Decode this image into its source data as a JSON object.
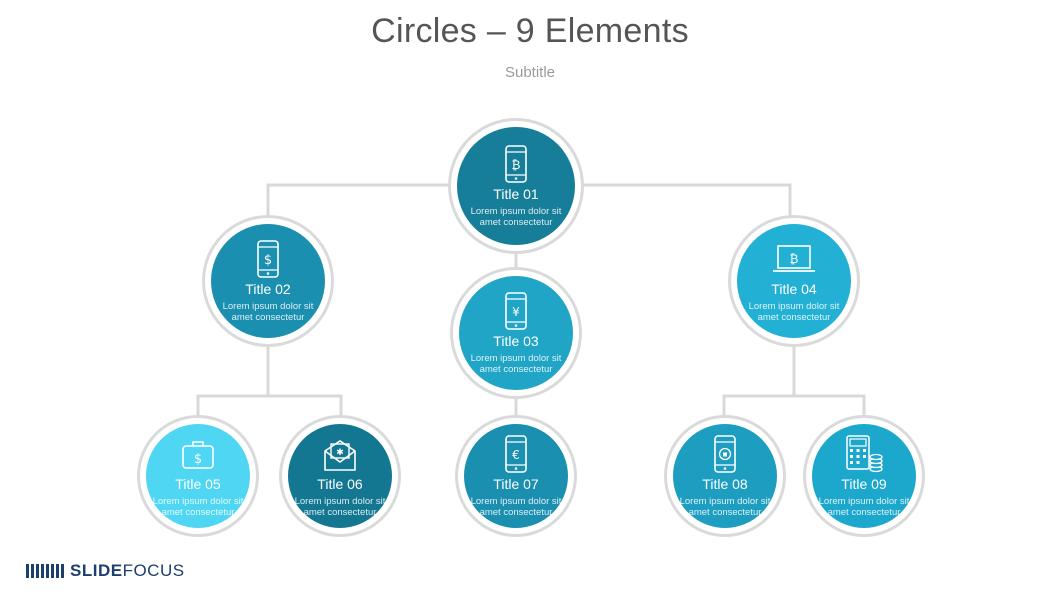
{
  "header": {
    "title": "Circles – 9 Elements",
    "subtitle": "Subtitle"
  },
  "nodes": [
    {
      "title": "Title 01",
      "desc_line1": "Lorem ipsum dolor sit",
      "desc_line2": "amet consectetur",
      "color": "#177e99",
      "icon": "phone-bitcoin-icon"
    },
    {
      "title": "Title 02",
      "desc_line1": "Lorem ipsum dolor sit",
      "desc_line2": "amet consectetur",
      "color": "#1a8fb0",
      "icon": "phone-dollar-icon"
    },
    {
      "title": "Title 03",
      "desc_line1": "Lorem ipsum dolor sit",
      "desc_line2": "amet consectetur",
      "color": "#20a5c6",
      "icon": "phone-yen-icon"
    },
    {
      "title": "Title 04",
      "desc_line1": "Lorem ipsum dolor sit",
      "desc_line2": "amet consectetur",
      "color": "#22b0d4",
      "icon": "laptop-bitcoin-icon"
    },
    {
      "title": "Title 05",
      "desc_line1": "Lorem ipsum dolor sit",
      "desc_line2": "amet consectetur",
      "color": "#4fd6f2",
      "icon": "briefcase-dollar-icon"
    },
    {
      "title": "Title 06",
      "desc_line1": "Lorem ipsum dolor sit",
      "desc_line2": "amet consectetur",
      "color": "#137792",
      "icon": "envelope-letter-icon"
    },
    {
      "title": "Title 07",
      "desc_line1": "Lorem ipsum dolor sit",
      "desc_line2": "amet consectetur",
      "color": "#1a8fb0",
      "icon": "phone-euro-icon"
    },
    {
      "title": "Title 08",
      "desc_line1": "Lorem ipsum dolor sit",
      "desc_line2": "amet consectetur",
      "color": "#1d9dc0",
      "icon": "phone-lock-icon"
    },
    {
      "title": "Title 09",
      "desc_line1": "Lorem ipsum dolor sit",
      "desc_line2": "amet consectetur",
      "color": "#1ca7cc",
      "icon": "calculator-coins-icon"
    }
  ],
  "connector_color": "#d9d9d9",
  "brand": {
    "name_bold": "SLIDE",
    "name_light": "FOCUS",
    "color": "#1d3f6e"
  }
}
